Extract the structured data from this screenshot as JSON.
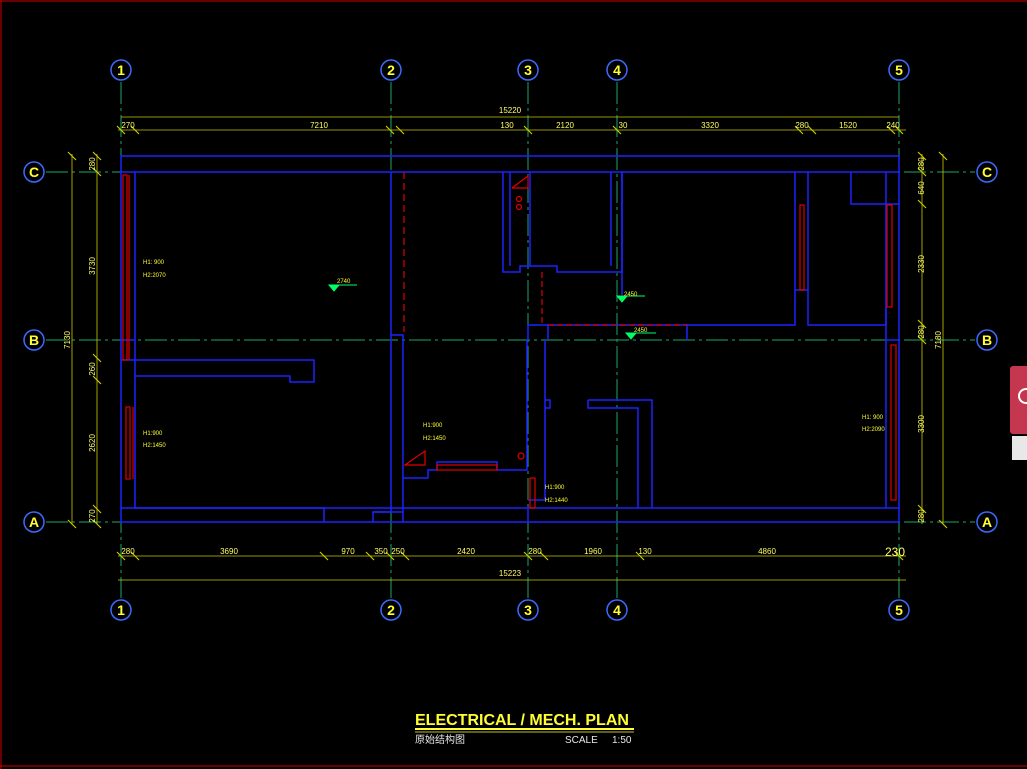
{
  "title_block": {
    "title": "ELECTRICAL / MECH. PLAN",
    "subtitle": "原始结构图",
    "scale_label": "SCALE",
    "scale_value": "1:50"
  },
  "grid": {
    "columns": [
      "1",
      "2",
      "3",
      "4",
      "5"
    ],
    "rows": [
      "C",
      "B",
      "A"
    ]
  },
  "dimensions": {
    "top_total": "15220",
    "top_segments": [
      "270",
      "7210",
      "130",
      "2120",
      "30",
      "3320",
      "280",
      "1520",
      "240"
    ],
    "bottom_total": "15223",
    "bottom_segments": [
      "280",
      "3690",
      "970",
      "350",
      "250",
      "2420",
      "280",
      "1960",
      "130",
      "4860"
    ],
    "bottom_extra": "230",
    "left_total": "7130",
    "left_segments": [
      "280",
      "3730",
      "260",
      "2620",
      "270"
    ],
    "right_total": "7180",
    "right_segments": [
      "280",
      "640",
      "2330",
      "280",
      "3300",
      "280"
    ]
  },
  "annotations": {
    "level_1": "2740",
    "level_2": "2450",
    "level_3": "2450",
    "window_1": [
      "H1: 900",
      "H2:2070"
    ],
    "window_2": [
      "H1:900",
      "H2:1450"
    ],
    "window_3": [
      "H1:900",
      "H2:1450"
    ],
    "window_4": [
      "H1:900",
      "H2:1440"
    ],
    "window_5": [
      "H1: 900",
      "H2:2090"
    ]
  },
  "colors": {
    "wall": "#1c22ff",
    "grid": "#19a866",
    "dimension": "#d8d800",
    "window": "#e00000",
    "marker": "#00ff66",
    "bubble": "#3a6bff",
    "text": "#ffff33",
    "frame": "#e00000"
  }
}
